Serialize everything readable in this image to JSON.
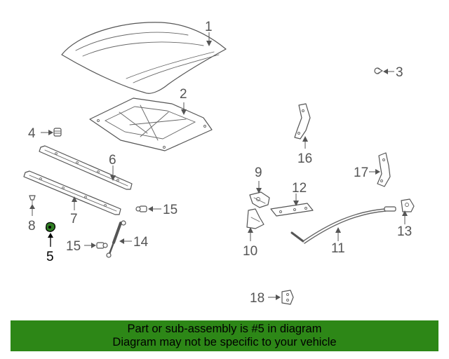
{
  "callouts": {
    "c1": "1",
    "c2": "2",
    "c3": "3",
    "c4": "4",
    "c5": "5",
    "c6": "6",
    "c7": "7",
    "c8": "8",
    "c9": "9",
    "c10": "10",
    "c11": "11",
    "c12": "12",
    "c13": "13",
    "c14": "14",
    "c15a": "15",
    "c15b": "15",
    "c16": "16",
    "c17": "17",
    "c18": "18"
  },
  "highlight": {
    "part_number": "5",
    "color": "#2d8717"
  },
  "banner": {
    "line1": "Part or sub-assembly is #5 in diagram",
    "line2": "Diagram may not be specific to your vehicle"
  }
}
